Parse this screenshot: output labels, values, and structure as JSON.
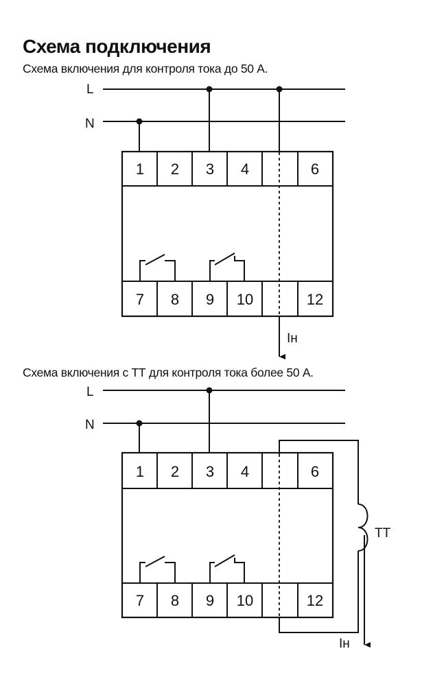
{
  "header": {
    "title": "Схема подключения",
    "subtitle_1": "Схема включения для контроля тока до 50 А.",
    "subtitle_2": "Схема включения с ТТ для  контроля тока более 50 А."
  },
  "diagram_1": {
    "line_l": "L",
    "line_n": "N",
    "top_terminals": [
      "1",
      "2",
      "3",
      "4",
      "",
      "6"
    ],
    "bottom_terminals": [
      "7",
      "8",
      "9",
      "10",
      "",
      "12"
    ],
    "load_label": "Iн"
  },
  "diagram_2": {
    "line_l": "L",
    "line_n": "N",
    "top_terminals": [
      "1",
      "2",
      "3",
      "4",
      "",
      "6"
    ],
    "bottom_terminals": [
      "7",
      "8",
      "9",
      "10",
      "",
      "12"
    ],
    "ct_label": "ТТ",
    "load_label": "Iн"
  }
}
